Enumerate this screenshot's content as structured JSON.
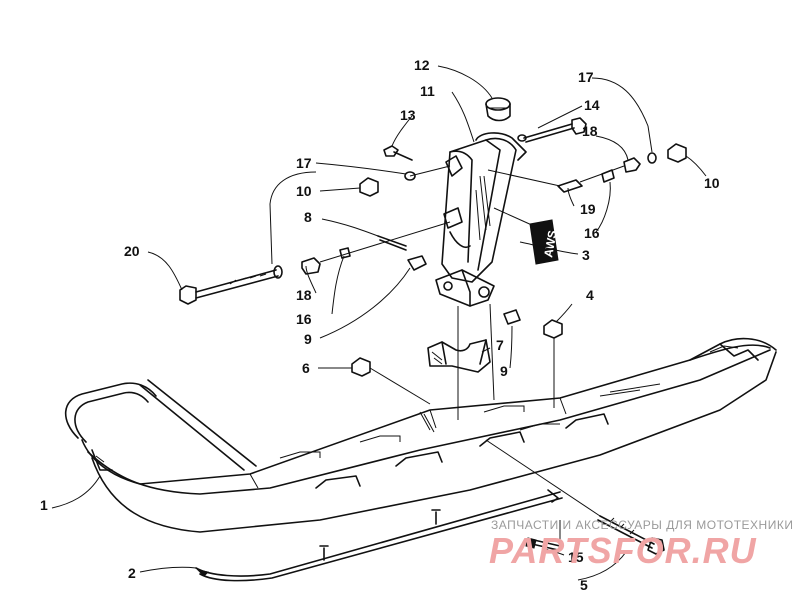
{
  "callouts": [
    {
      "id": "1",
      "text": "1"
    },
    {
      "id": "2",
      "text": "2"
    },
    {
      "id": "3",
      "text": "3"
    },
    {
      "id": "4",
      "text": "4"
    },
    {
      "id": "5",
      "text": "5"
    },
    {
      "id": "6",
      "text": "6"
    },
    {
      "id": "7",
      "text": "7"
    },
    {
      "id": "8",
      "text": "8"
    },
    {
      "id": "9a",
      "text": "9"
    },
    {
      "id": "9b",
      "text": "9"
    },
    {
      "id": "10a",
      "text": "10"
    },
    {
      "id": "10b",
      "text": "10"
    },
    {
      "id": "11",
      "text": "11"
    },
    {
      "id": "12",
      "text": "12"
    },
    {
      "id": "13",
      "text": "13"
    },
    {
      "id": "14",
      "text": "14"
    },
    {
      "id": "15",
      "text": "15"
    },
    {
      "id": "16a",
      "text": "16"
    },
    {
      "id": "16b",
      "text": "16"
    },
    {
      "id": "17a",
      "text": "17"
    },
    {
      "id": "17b",
      "text": "17"
    },
    {
      "id": "18a",
      "text": "18"
    },
    {
      "id": "18b",
      "text": "18"
    },
    {
      "id": "19",
      "text": "19"
    },
    {
      "id": "20",
      "text": "20"
    }
  ],
  "decal_text": "AWS",
  "watermark": {
    "line1": "ЗАПЧАСТИ И АКСЕССУАРЫ ДЛЯ МОТОТЕХНИКИ",
    "line2": "PARTSFOR.RU"
  }
}
